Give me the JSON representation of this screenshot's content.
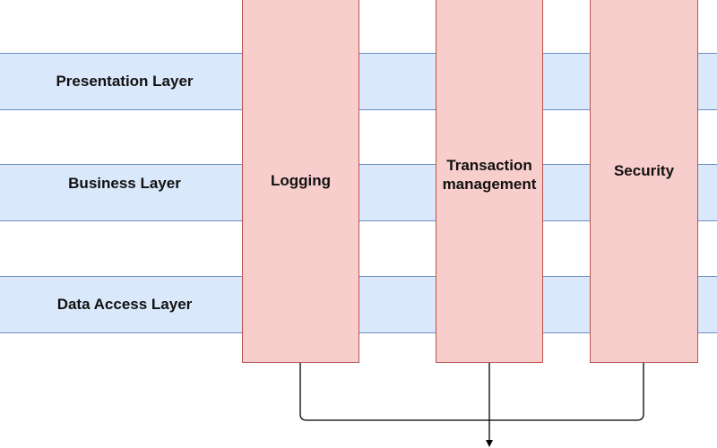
{
  "layers": [
    {
      "label": "Presentation Layer"
    },
    {
      "label": "Business Layer"
    },
    {
      "label": "Data Access Layer"
    }
  ],
  "concerns": [
    {
      "label": "Logging"
    },
    {
      "label": "Transaction\nmanagement"
    },
    {
      "label": "Security"
    }
  ],
  "colors": {
    "layer_fill": "#dae8fc",
    "layer_stroke": "#6c8ebf",
    "concern_fill": "#f8cecc",
    "concern_stroke": "#b85450",
    "connector": "#000000"
  }
}
